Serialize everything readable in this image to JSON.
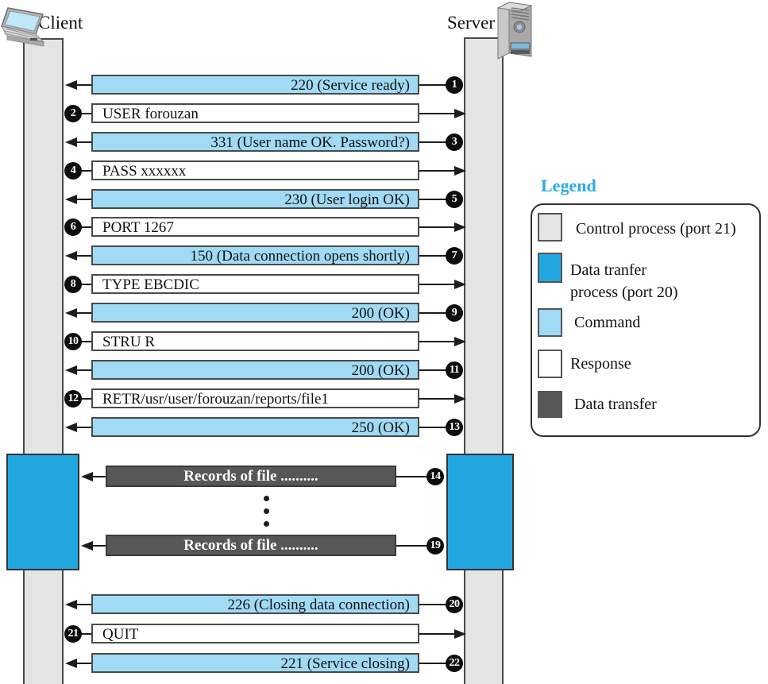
{
  "nodes": {
    "client_label": "Client",
    "server_label": "Server"
  },
  "colors": {
    "control_process_gray": "#e4e4e4",
    "data_transfer_process_blue": "#22a7e0",
    "command_light_blue": "#a0daf4",
    "response_white": "#ffffff",
    "data_transfer_dark_gray": "#575757",
    "legend_title_blue": "#29abe2"
  },
  "messages": [
    {
      "num": "1",
      "text": "220 (Service ready)",
      "type": "response"
    },
    {
      "num": "2",
      "text": "USER forouzan",
      "type": "command"
    },
    {
      "num": "3",
      "text": "331 (User name OK. Password?)",
      "type": "response"
    },
    {
      "num": "4",
      "text": "PASS xxxxxx",
      "type": "command"
    },
    {
      "num": "5",
      "text": "230 (User login OK)",
      "type": "response"
    },
    {
      "num": "6",
      "text": "PORT 1267",
      "type": "command"
    },
    {
      "num": "7",
      "text": "150 (Data connection opens shortly)",
      "type": "response"
    },
    {
      "num": "8",
      "text": "TYPE EBCDIC",
      "type": "command"
    },
    {
      "num": "9",
      "text": "200 (OK)",
      "type": "response"
    },
    {
      "num": "10",
      "text": "STRU R",
      "type": "command"
    },
    {
      "num": "11",
      "text": "200 (OK)",
      "type": "response"
    },
    {
      "num": "12",
      "text": "RETR/usr/user/forouzan/reports/file1",
      "type": "command"
    },
    {
      "num": "13",
      "text": "250 (OK)",
      "type": "response"
    },
    {
      "num": "14",
      "text": "Records of file ..........",
      "type": "data"
    },
    {
      "num": "19",
      "text": "Records of file ..........",
      "type": "data"
    },
    {
      "num": "20",
      "text": "226 (Closing data connection)",
      "type": "response"
    },
    {
      "num": "21",
      "text": "QUIT",
      "type": "command"
    },
    {
      "num": "22",
      "text": "221 (Service closing)",
      "type": "response"
    }
  ],
  "legend": {
    "title": "Legend",
    "items": [
      {
        "swatch": "control",
        "label": "Control process (port 21)"
      },
      {
        "swatch": "process",
        "label": "Data tranfer\nprocess (port 20)"
      },
      {
        "swatch": "command",
        "label": "Command"
      },
      {
        "swatch": "response",
        "label": "Response"
      },
      {
        "swatch": "data",
        "label": "Data transfer"
      }
    ]
  }
}
